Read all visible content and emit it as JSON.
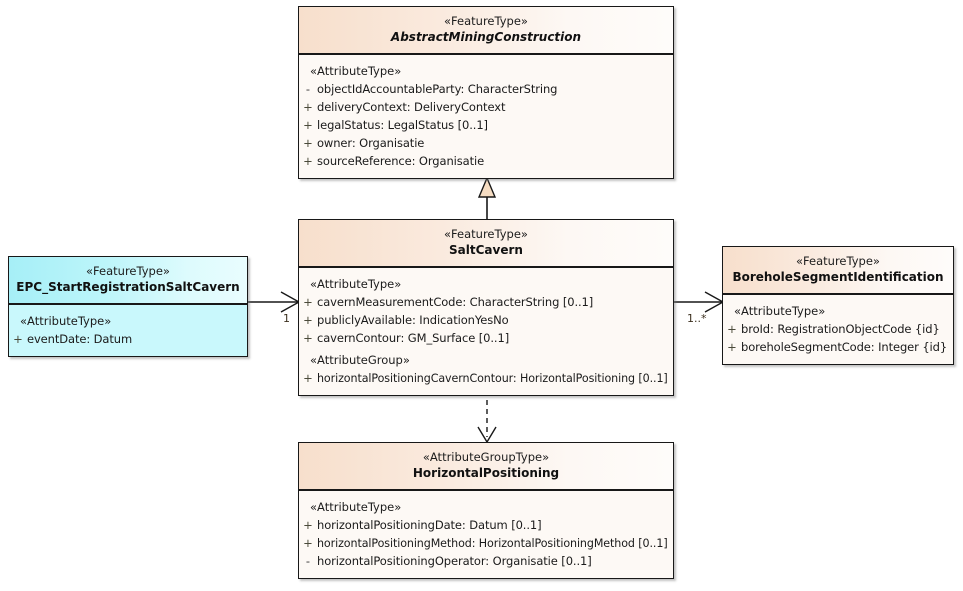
{
  "diagram": {
    "type": "uml-class-diagram",
    "background": "#ffffff",
    "colors": {
      "feature_type_header_start": "#f7dfcc",
      "feature_type_header_end": "#fefcfa",
      "feature_type_body": "#fdf9f5",
      "event_type_header_start": "#a6eff7",
      "event_type_body": "#c9f8fc",
      "border": "#181818"
    }
  },
  "classes": {
    "abstract_mining_construction": {
      "stereotype": "«FeatureType»",
      "name": "AbstractMiningConstruction",
      "abstract": true,
      "compartments": [
        {
          "group": "«AttributeType»",
          "attributes": [
            {
              "visibility": "-",
              "text": "objectIdAccountableParty: CharacterString"
            },
            {
              "visibility": "+",
              "text": "deliveryContext: DeliveryContext"
            },
            {
              "visibility": "+",
              "text": "legalStatus: LegalStatus [0..1]"
            },
            {
              "visibility": "+",
              "text": "owner: Organisatie"
            },
            {
              "visibility": "+",
              "text": "sourceReference: Organisatie"
            }
          ]
        }
      ]
    },
    "salt_cavern": {
      "stereotype": "«FeatureType»",
      "name": "SaltCavern",
      "abstract": false,
      "compartments": [
        {
          "group": "«AttributeType»",
          "attributes": [
            {
              "visibility": "+",
              "text": "cavernMeasurementCode: CharacterString [0..1]"
            },
            {
              "visibility": "+",
              "text": "publiclyAvailable: IndicationYesNo"
            },
            {
              "visibility": "+",
              "text": "cavernContour: GM_Surface [0..1]"
            }
          ]
        },
        {
          "group": "«AttributeGroup»",
          "attributes": [
            {
              "visibility": "+",
              "text": "horizontalPositioningCavernContour: HorizontalPositioning [0..1]"
            }
          ]
        }
      ]
    },
    "epc_start_registration_salt_cavern": {
      "stereotype": "«FeatureType»",
      "name": "EPC_StartRegistrationSaltCavern",
      "abstract": false,
      "compartments": [
        {
          "group": "«AttributeType»",
          "attributes": [
            {
              "visibility": "+",
              "text": "eventDate: Datum"
            }
          ]
        }
      ]
    },
    "borehole_segment_identification": {
      "stereotype": "«FeatureType»",
      "name": "BoreholeSegmentIdentification",
      "abstract": false,
      "compartments": [
        {
          "group": "«AttributeType»",
          "attributes": [
            {
              "visibility": "+",
              "text": "broId: RegistrationObjectCode {id}"
            },
            {
              "visibility": "+",
              "text": "boreholeSegmentCode: Integer {id}"
            }
          ]
        }
      ]
    },
    "horizontal_positioning": {
      "stereotype": "«AttributeGroupType»",
      "name": "HorizontalPositioning",
      "abstract": false,
      "compartments": [
        {
          "group": "«AttributeType»",
          "attributes": [
            {
              "visibility": "+",
              "text": "horizontalPositioningDate: Datum [0..1]"
            },
            {
              "visibility": "+",
              "text": "horizontalPositioningMethod: HorizontalPositioningMethod [0..1]"
            },
            {
              "visibility": "-",
              "text": "horizontalPositioningOperator: Organisatie [0..1]"
            }
          ]
        }
      ]
    }
  },
  "connectors": {
    "generalization_saltcavern_to_abstract": {
      "kind": "generalization",
      "source": "SaltCavern",
      "target": "AbstractMiningConstruction",
      "arrow": "hollow-triangle"
    },
    "dependency_saltcavern_to_horizontalpositioning": {
      "kind": "dependency",
      "source": "SaltCavern",
      "target": "HorizontalPositioning",
      "line": "dashed",
      "arrow": "open-arrow"
    },
    "assoc_epc_to_saltcavern": {
      "kind": "association",
      "source": "EPC_StartRegistrationSaltCavern",
      "target": "SaltCavern",
      "arrow": "open-arrow",
      "target_multiplicity": "1"
    },
    "assoc_saltcavern_to_borehole": {
      "kind": "association",
      "source": "SaltCavern",
      "target": "BoreholeSegmentIdentification",
      "arrow": "open-arrow",
      "target_multiplicity": "1..*"
    }
  }
}
